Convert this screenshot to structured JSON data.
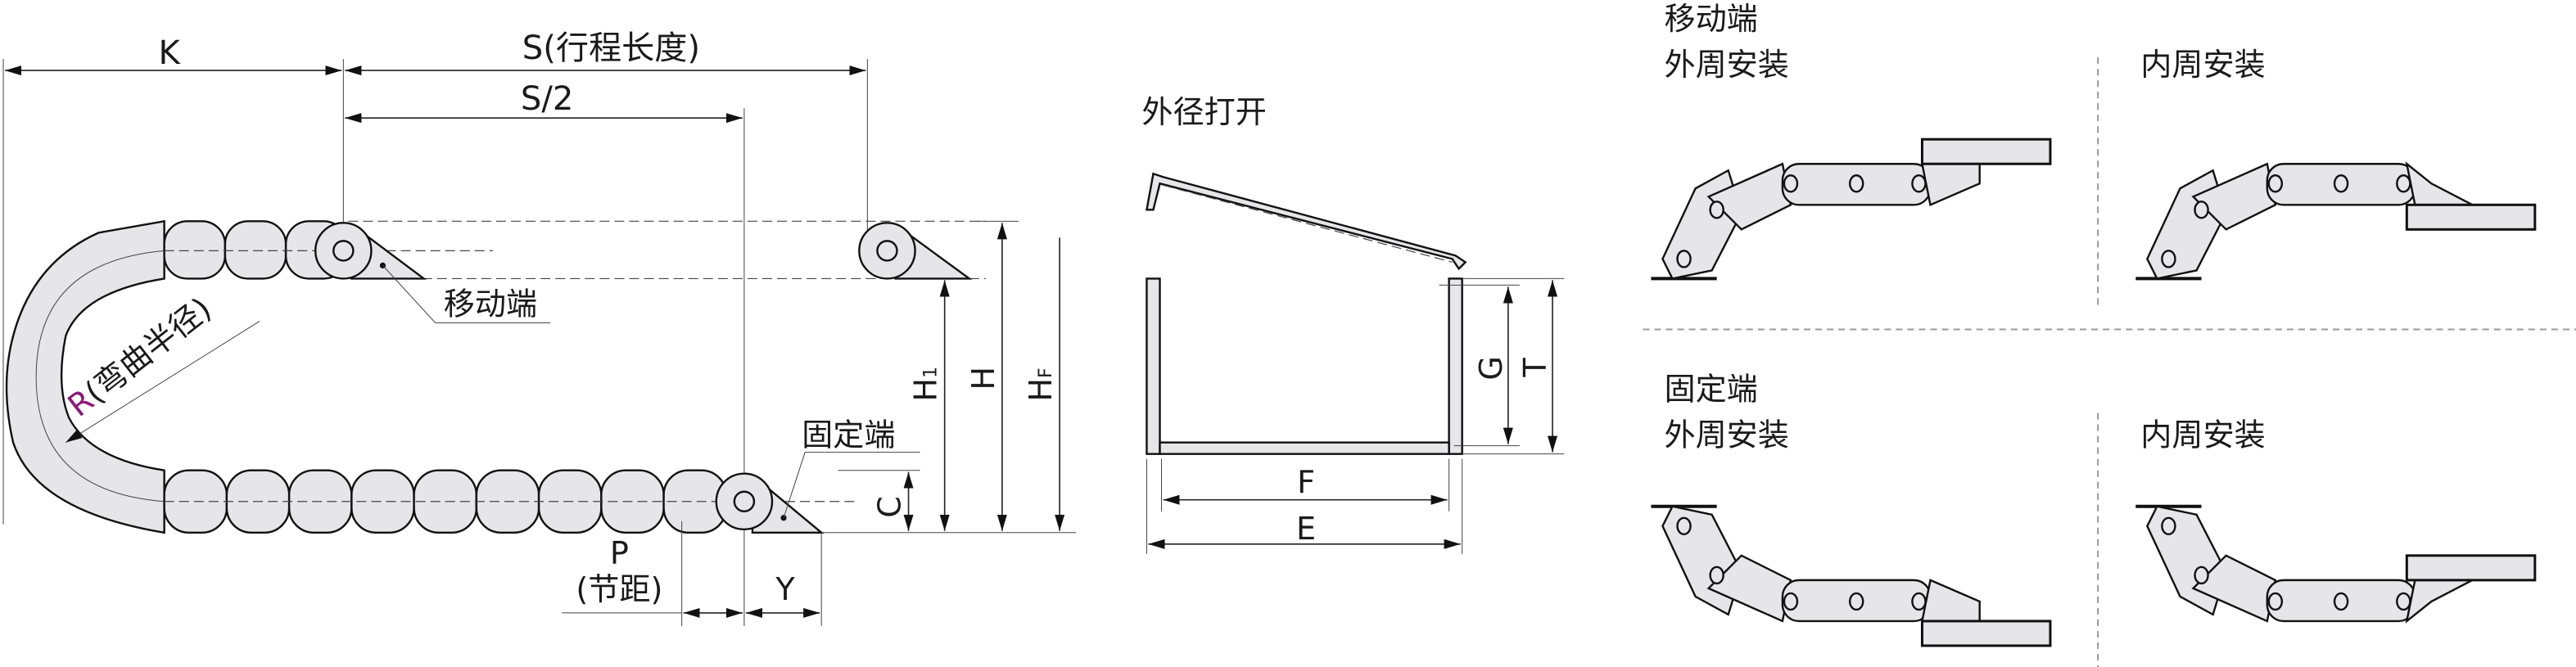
{
  "main_diagram": {
    "dim_k": "K",
    "dim_s": "S(行程长度)",
    "dim_s_half": "S/2",
    "moving_end": "移动端",
    "fixed_end": "固定端",
    "dim_r": "R",
    "dim_r_note": "(弯曲半径)",
    "dim_h1": "H",
    "dim_h1_sub": "1",
    "dim_h": "H",
    "dim_hf": "H",
    "dim_hf_sub": "F",
    "dim_c": "C",
    "dim_p": "P",
    "dim_p_note": "(节距)",
    "dim_y": "Y",
    "accent_r_color": "#8b1a7a"
  },
  "cross_section": {
    "title": "外径打开",
    "dim_g": "G",
    "dim_t": "T",
    "dim_f": "F",
    "dim_e": "E"
  },
  "mounting": {
    "moving_end_title": "移动端",
    "fixed_end_title": "固定端",
    "outer": "外周安装",
    "inner": "内周安装"
  }
}
